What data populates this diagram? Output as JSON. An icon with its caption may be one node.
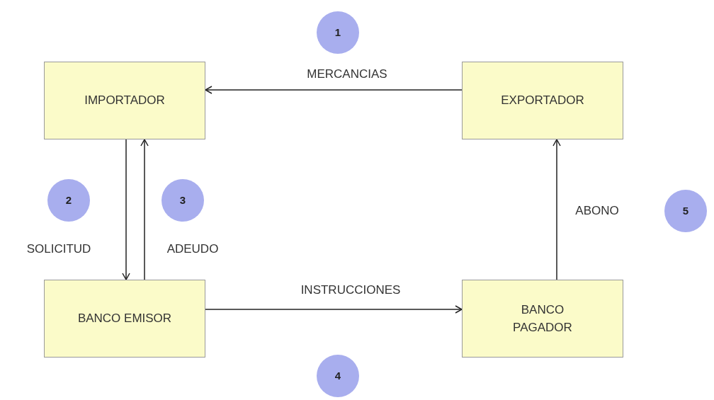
{
  "diagram": {
    "nodes": [
      {
        "text": [
          "1"
        ]
      },
      {
        "text": [
          "IMPORTADOR"
        ]
      },
      {
        "text": [
          "EXPORTADOR"
        ]
      },
      {
        "text": [
          "2"
        ]
      },
      {
        "text": [
          "3"
        ]
      },
      {
        "text": [
          "5"
        ]
      },
      {
        "text": [
          "BANCO EMISOR"
        ]
      },
      {
        "text": [
          "BANCO PAGADOR"
        ]
      },
      {
        "text": [
          "4"
        ]
      }
    ],
    "edges": [
      {
        "from": 2,
        "to": 1,
        "arrow": "to",
        "label": "MERCANCIAS"
      },
      {
        "from": 1,
        "to": 6,
        "arrow": "to",
        "label": "SOLICITUD"
      },
      {
        "from": 6,
        "to": 1,
        "arrow": "to",
        "label": "ADEUDO"
      },
      {
        "from": 6,
        "to": 7,
        "arrow": "to",
        "label": "INSTRUCCIONES"
      },
      {
        "from": 7,
        "to": 2,
        "arrow": "to",
        "label": "ABONO"
      }
    ]
  }
}
